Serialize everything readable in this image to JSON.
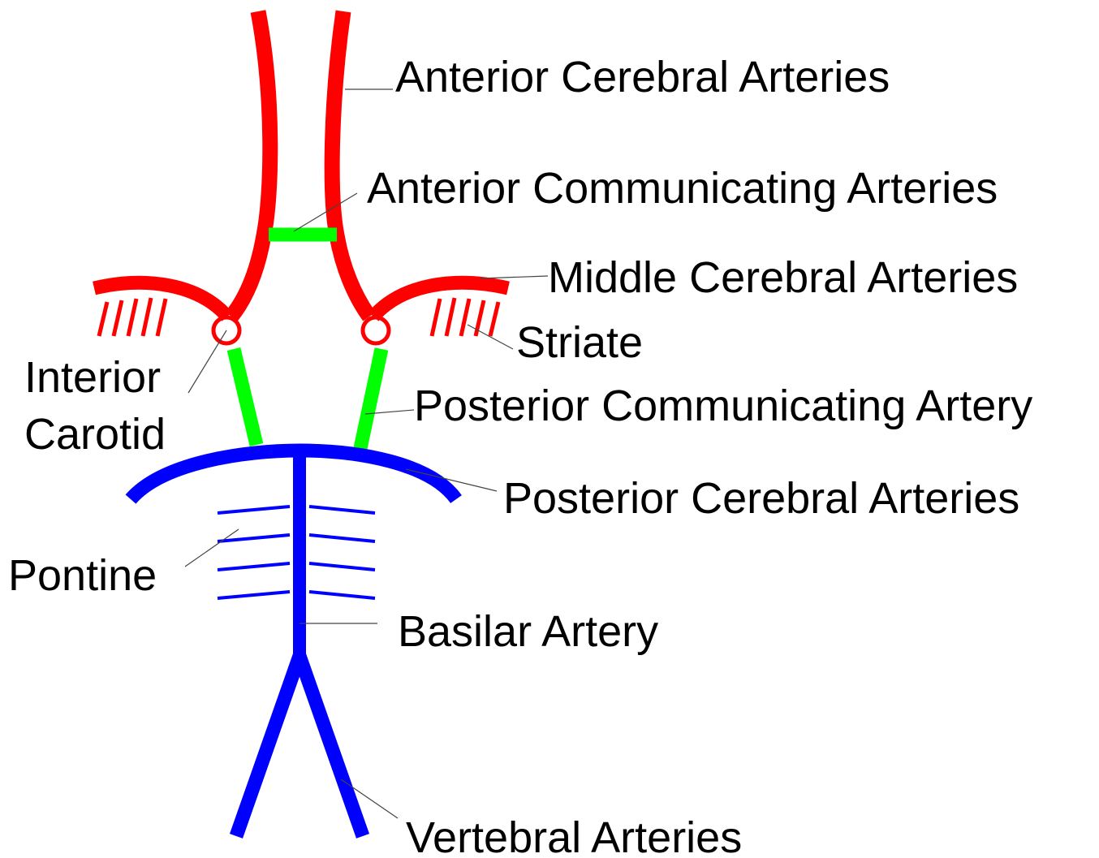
{
  "colors": {
    "anterior_circulation": "#ff0000",
    "communicating": "#00ff00",
    "posterior_circulation": "#0000ff",
    "text": "#000000"
  },
  "labels": {
    "anterior_cerebral": "Anterior Cerebral Arteries",
    "anterior_communicating": "Anterior Communicating Arteries",
    "middle_cerebral": "Middle Cerebral Arteries",
    "striate": "Striate",
    "interior_carotid_line1": "Interior",
    "interior_carotid_line2": "Carotid",
    "posterior_communicating": "Posterior Communicating Artery",
    "posterior_cerebral": "Posterior Cerebral Arteries",
    "pontine": "Pontine",
    "basilar": "Basilar Artery",
    "vertebral": "Vertebral Arteries"
  }
}
